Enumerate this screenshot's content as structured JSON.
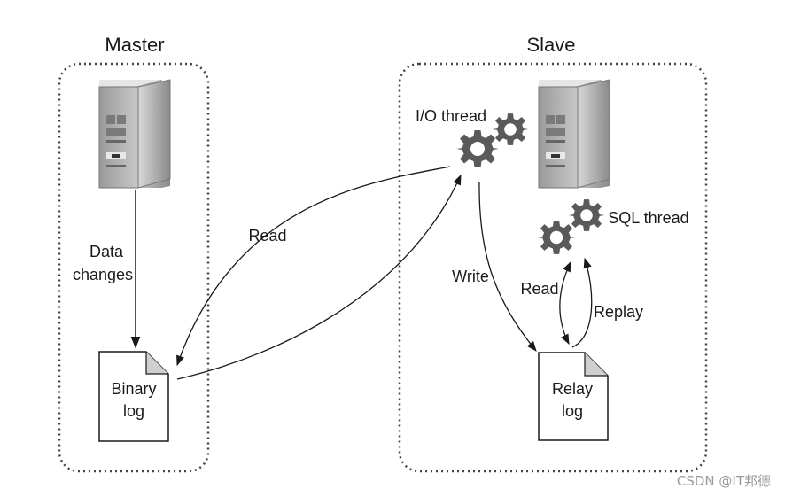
{
  "master": {
    "title": "Master"
  },
  "slave": {
    "title": "Slave"
  },
  "labels": {
    "data_changes_line1": "Data",
    "data_changes_line2": "changes",
    "binary_log_line1": "Binary",
    "binary_log_line2": "log",
    "read_main": "Read",
    "io_thread": "I/O thread",
    "write": "Write",
    "sql_thread": "SQL thread",
    "read_sql": "Read",
    "replay": "Replay",
    "relay_log_line1": "Relay",
    "relay_log_line2": "log"
  },
  "watermark": "CSDN @IT邦德",
  "icons": [
    "server-icon",
    "gear-icon",
    "document-icon"
  ]
}
